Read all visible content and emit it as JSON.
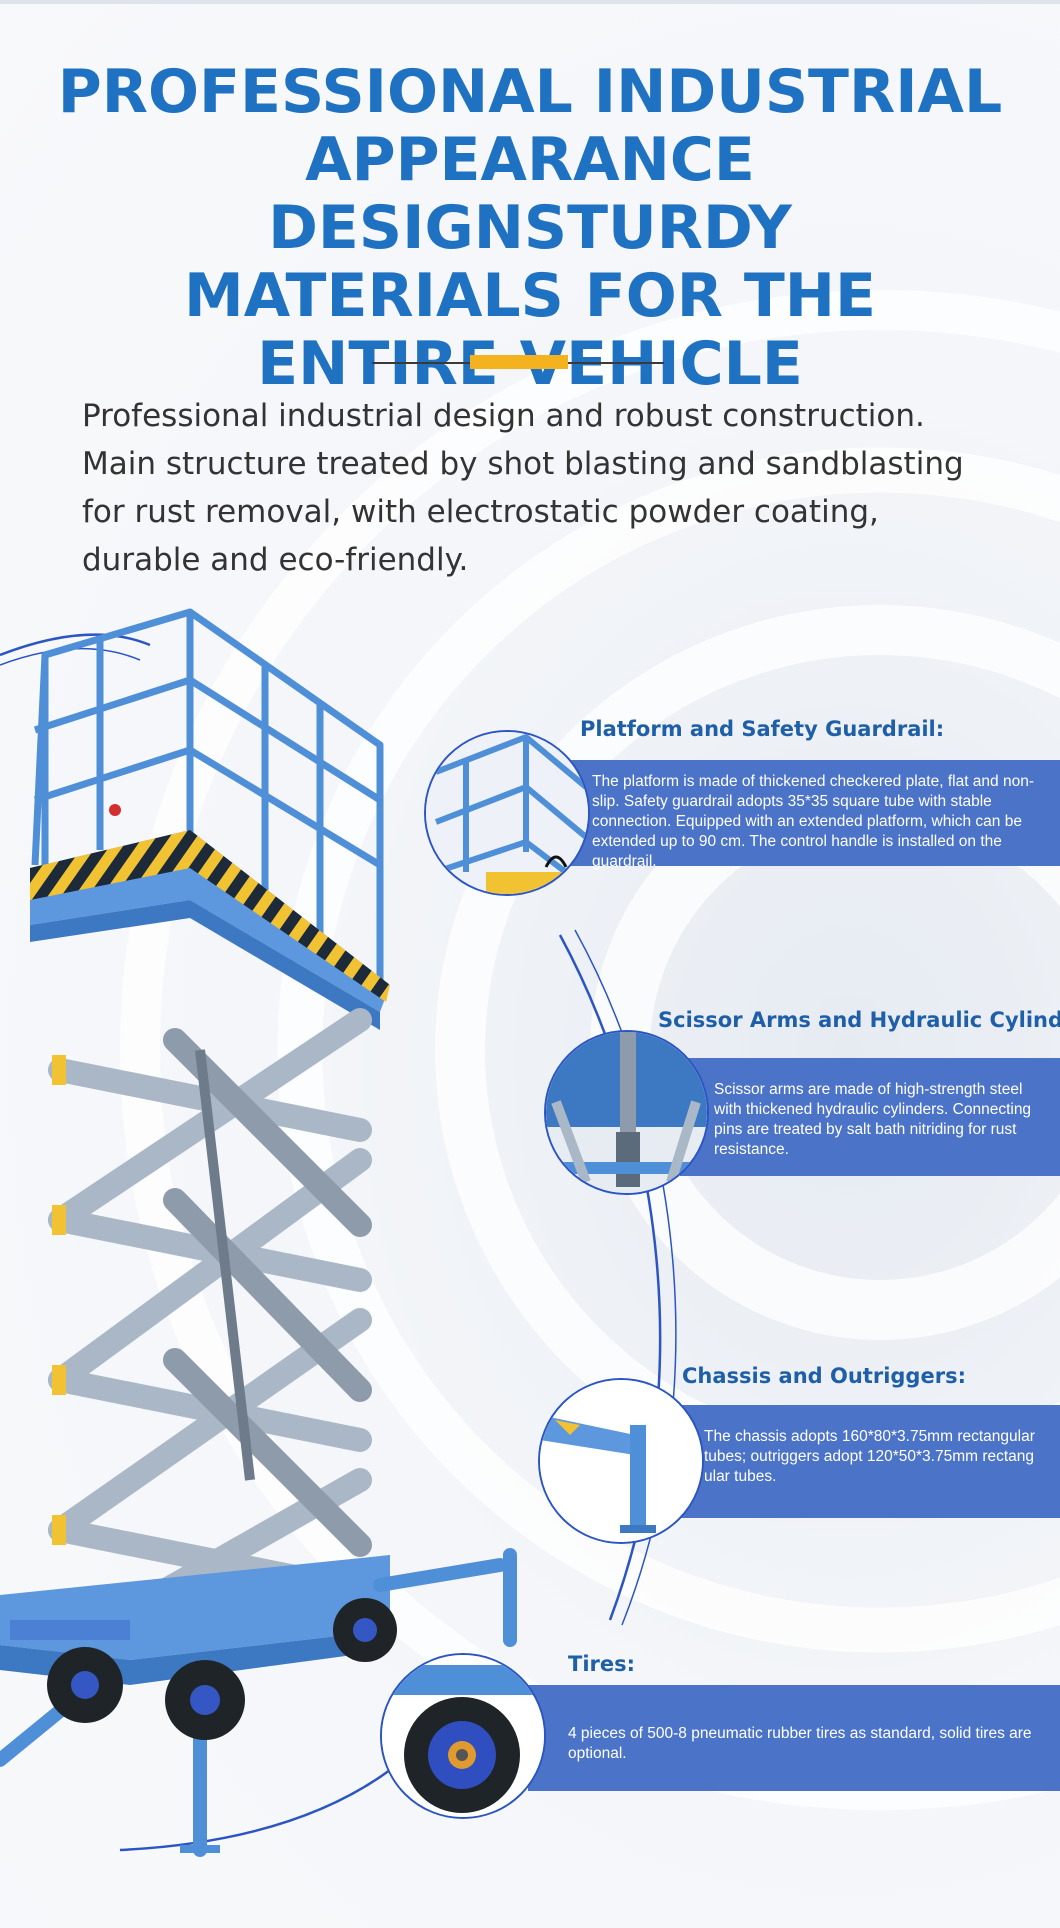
{
  "header": {
    "title_lines": [
      "PROFESSIONAL INDUSTRIAL",
      "APPEARANCE DESIGNSTURDY",
      "MATERIALS FOR THE",
      "ENTIRE VEHICLE"
    ]
  },
  "intro": {
    "text": " Professional industrial design and robust construction. Main structure treated by shot blasting and sandblasting for rust removal, with electrostatic powder coating, durable and eco-friendly."
  },
  "features": [
    {
      "icon": "guardrail-detail-icon",
      "title": "Platform and Safety Guardrail:",
      "description": "The platform is made of thickened checkered plate, flat and non-slip. Safety guardrail adopts 35*35 square tube with stable connection. Equipped with an extended platform, which can be extended up to 90 cm. The control handle is installed on the guardrail."
    },
    {
      "icon": "hydraulic-cylinder-detail-icon",
      "title": "Scissor Arms and Hydraulic Cylinders:",
      "description": "Scissor arms are made of high-strength steel with thickened hydraulic cylinders. Connecting pins are treated by salt bath nitriding for rust resistance."
    },
    {
      "icon": "outrigger-detail-icon",
      "title": "Chassis and Outriggers:",
      "description": "The chassis adopts 160*80*3.75mm rectangular tubes; outriggers adopt 120*50*3.75mm rectang ular tubes."
    },
    {
      "icon": "tire-detail-icon",
      "title": "Tires:",
      "description": "4 pieces of 500-8 pneumatic rubber tires as standard, solid tires are optional."
    }
  ],
  "colors": {
    "title_blue": "#1f71c2",
    "accent_yellow": "#f5b21f",
    "box_blue": "#4b73c7",
    "lift_blue": "#4f8fd8"
  }
}
